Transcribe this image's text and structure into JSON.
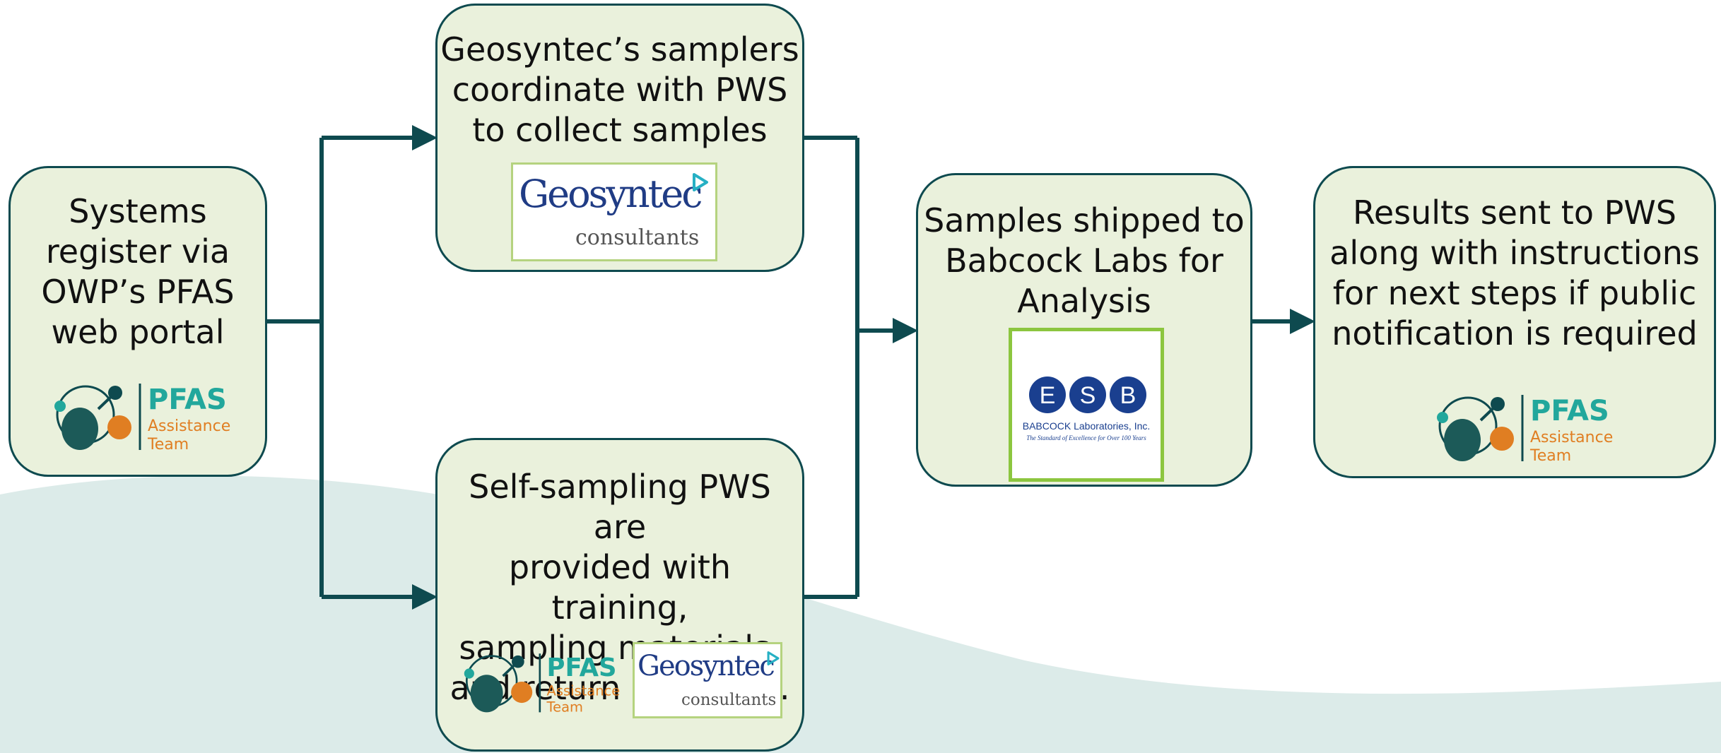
{
  "steps": {
    "register": {
      "text": "Systems\nregister via\nOWP’s PFAS\nweb portal"
    },
    "geosyntec_sampling": {
      "text": "Geosyntec’s samplers\ncoordinate with PWS\nto collect samples"
    },
    "self_sampling": {
      "text": "Self-sampling PWS are\nprovided with training,\nsampling materials,\nand return shipping.."
    },
    "shipping": {
      "text": "Samples shipped to\nBabcock Labs for\nAnalysis"
    },
    "results": {
      "text": "Results sent to PWS\nalong with instructions\nfor next steps if public\nnotification is required"
    }
  },
  "logos": {
    "pfas": {
      "line1": "PFAS",
      "line2": "Assistance",
      "line3": "Team"
    },
    "geosyntec": {
      "word": "Geosyntec",
      "sub": "consultants"
    },
    "babcock": {
      "letters": [
        "E",
        "S",
        "B"
      ],
      "name": "BABCOCK Laboratories, Inc.",
      "tagline": "The Standard of Excellence for Over 100 Years"
    }
  },
  "colors": {
    "box_fill": "#eaf1dc",
    "box_border": "#0e4a4f",
    "connector": "#0e4a4f",
    "pfas_teal": "#22a79c",
    "pfas_orange": "#e07e22",
    "geosyntec_blue": "#203c85",
    "babcock_blue": "#1a3f8f",
    "logo_frame_green": "#b5d37f",
    "babcock_frame_green": "#8cc63f",
    "wave": "#dcebe9"
  }
}
